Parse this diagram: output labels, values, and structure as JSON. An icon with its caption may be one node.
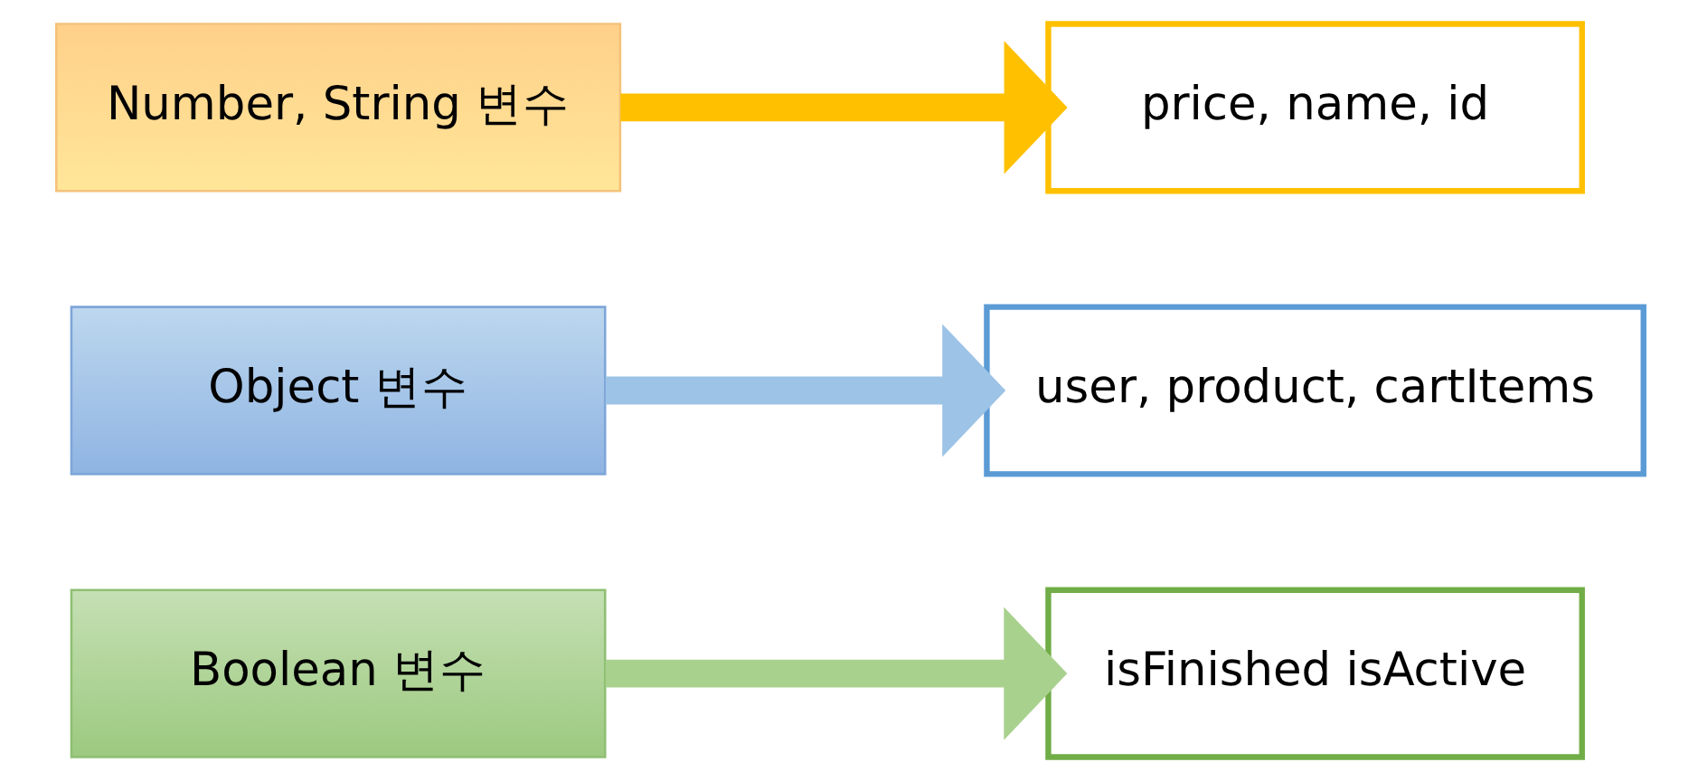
{
  "diagram": {
    "nodes": [
      {
        "text": [
          "Number, String 변수"
        ]
      },
      {
        "text": [
          "price, name, id"
        ]
      },
      {
        "text": [
          "Object 변수"
        ]
      },
      {
        "text": [
          "user, product, cartItems"
        ]
      },
      {
        "text": [
          "Boolean 변수"
        ]
      },
      {
        "text": [
          "isFinished isActive"
        ]
      }
    ],
    "edges": [
      {
        "from": 0,
        "to": 1,
        "arrow": "to",
        "color": "#ffc000"
      },
      {
        "from": 2,
        "to": 3,
        "arrow": "to",
        "color": "#9dc3e6"
      },
      {
        "from": 4,
        "to": 5,
        "arrow": "to",
        "color": "#a9d18e"
      }
    ]
  }
}
